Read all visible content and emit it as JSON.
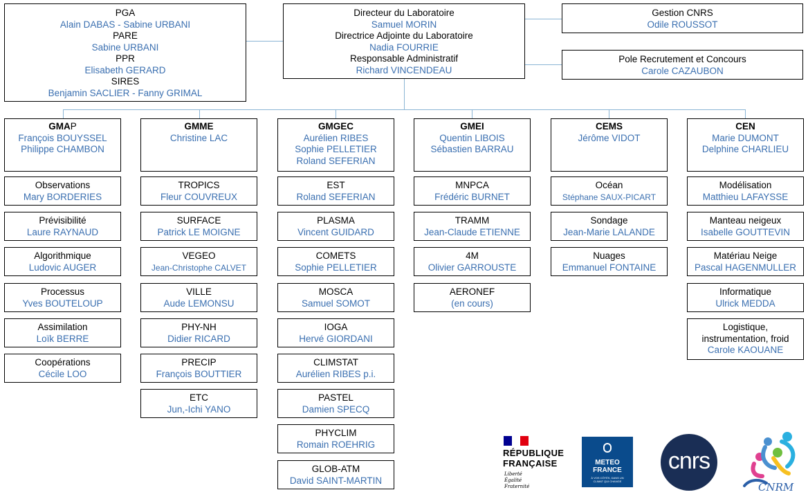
{
  "top": {
    "left": {
      "lines": [
        {
          "t": "PGA",
          "n": "Alain DABAS - Sabine URBANI"
        },
        {
          "t": "PARE",
          "n": "Sabine URBANI"
        },
        {
          "t": "PPR",
          "n": "Elisabeth GERARD"
        },
        {
          "t": "SIRES",
          "n": "Benjamin SACLIER - Fanny GRIMAL"
        }
      ]
    },
    "center": {
      "lines": [
        {
          "t": "Directeur du Laboratoire",
          "n": "Samuel MORIN"
        },
        {
          "t": "Directrice Adjointe du Laboratoire",
          "n": "Nadia FOURRIE"
        },
        {
          "t": "Responsable Administratif",
          "n": "Richard VINCENDEAU"
        }
      ]
    },
    "gestion": {
      "t": "Gestion CNRS",
      "n": "Odile ROUSSOT"
    },
    "pole": {
      "t": "Pole Recrutement et Concours",
      "n": "Carole CAZAUBON"
    }
  },
  "groups": [
    {
      "title_bold": "GMA",
      "title_rest": "P",
      "names": [
        "François BOUYSSEL",
        "Philippe CHAMBON"
      ],
      "teams": [
        {
          "t": "Observations",
          "n": "Mary BORDERIES"
        },
        {
          "t": "Prévisibilité",
          "n": "Laure RAYNAUD"
        },
        {
          "t": "Algorithmique",
          "n": "Ludovic AUGER"
        },
        {
          "t": "Processus",
          "n": "Yves BOUTELOUP"
        },
        {
          "t": "Assimilation",
          "n": "Loïk BERRE"
        },
        {
          "t": "Coopérations",
          "n": "Cécile LOO"
        }
      ]
    },
    {
      "title_bold": "GMME",
      "title_rest": "",
      "names": [
        "Christine LAC"
      ],
      "teams": [
        {
          "t": "TROPICS",
          "n": "Fleur COUVREUX"
        },
        {
          "t": "SURFACE",
          "n": "Patrick LE MOIGNE"
        },
        {
          "t": "VEGEO",
          "n": "Jean-Christophe CALVET",
          "small": true
        },
        {
          "t": "VILLE",
          "n": "Aude LEMONSU"
        },
        {
          "t": "PHY-NH",
          "n": "Didier RICARD"
        },
        {
          "t": "PRECIP",
          "n": "François BOUTTIER"
        },
        {
          "t": "ETC",
          "n": "Jun,-Ichi YANO"
        }
      ]
    },
    {
      "title_bold": "GMGEC",
      "title_rest": "",
      "names": [
        "Aurélien RIBES",
        "Sophie PELLETIER",
        "Roland SEFERIAN"
      ],
      "teams": [
        {
          "t": "EST",
          "n": "Roland SEFERIAN"
        },
        {
          "t": "PLASMA",
          "n": "Vincent GUIDARD"
        },
        {
          "t": "COMETS",
          "n": "Sophie PELLETIER"
        },
        {
          "t": "MOSCA",
          "n": "Samuel SOMOT"
        },
        {
          "t": "IOGA",
          "n": "Hervé GIORDANI"
        },
        {
          "t": "CLIMSTAT",
          "n": "Aurélien RIBES p.i."
        },
        {
          "t": "PASTEL",
          "n": "Damien SPECQ"
        },
        {
          "t": "PHYCLIM",
          "n": "Romain ROEHRIG"
        },
        {
          "t": "GLOB-ATM",
          "n": "David SAINT-MARTIN"
        }
      ]
    },
    {
      "title_bold": "GMEI",
      "title_rest": "",
      "names": [
        "Quentin LIBOIS",
        "Sébastien BARRAU"
      ],
      "teams": [
        {
          "t": "MNPCA",
          "n": "Frédéric BURNET"
        },
        {
          "t": "TRAMM",
          "n": "Jean-Claude ETIENNE"
        },
        {
          "t": "4M",
          "n": "Olivier GARROUSTE"
        },
        {
          "t": "AERONEF",
          "n": "(en cours)"
        }
      ]
    },
    {
      "title_bold": "CEMS",
      "title_rest": "",
      "names": [
        "Jérôme VIDOT"
      ],
      "teams": [
        {
          "t": "Océan",
          "n": "Stéphane SAUX-PICART",
          "small": true
        },
        {
          "t": "Sondage",
          "n": "Jean-Marie LALANDE"
        },
        {
          "t": "Nuages",
          "n": "Emmanuel FONTAINE"
        }
      ]
    },
    {
      "title_bold": "CEN",
      "title_rest": "",
      "names": [
        "Marie DUMONT",
        "Delphine CHARLIEU"
      ],
      "teams": [
        {
          "t": "Modélisation",
          "n": "Matthieu LAFAYSSE"
        },
        {
          "t": "Manteau neigeux",
          "n": "Isabelle GOUTTEVIN"
        },
        {
          "t": "Matériau Neige",
          "n": "Pascal HAGENMULLER"
        },
        {
          "t": "Informatique",
          "n": "Ulrick MEDDA"
        },
        {
          "t": "Logistique, instrumentation, froid",
          "n": "Carole KAOUANE"
        }
      ]
    }
  ],
  "logos": {
    "rf_line1": "RÉPUBLIQUE",
    "rf_line2": "FRANÇAISE",
    "rf_motto1": "Liberté",
    "rf_motto2": "Égalité",
    "rf_motto3": "Fraternité",
    "mf_line1": "METEO",
    "mf_line2": "FRANCE",
    "mf_tag": "À VOS CÔTÉS, DANS UN CLIMAT QUI CHANGE",
    "cnrs": "cnrs",
    "cnrm": "CNRM"
  },
  "colors": {
    "name": "#3a6fb0",
    "connector": "#8ab4d4",
    "mf_blue": "#0a4b8c",
    "cnrs_navy": "#1a2e55"
  }
}
